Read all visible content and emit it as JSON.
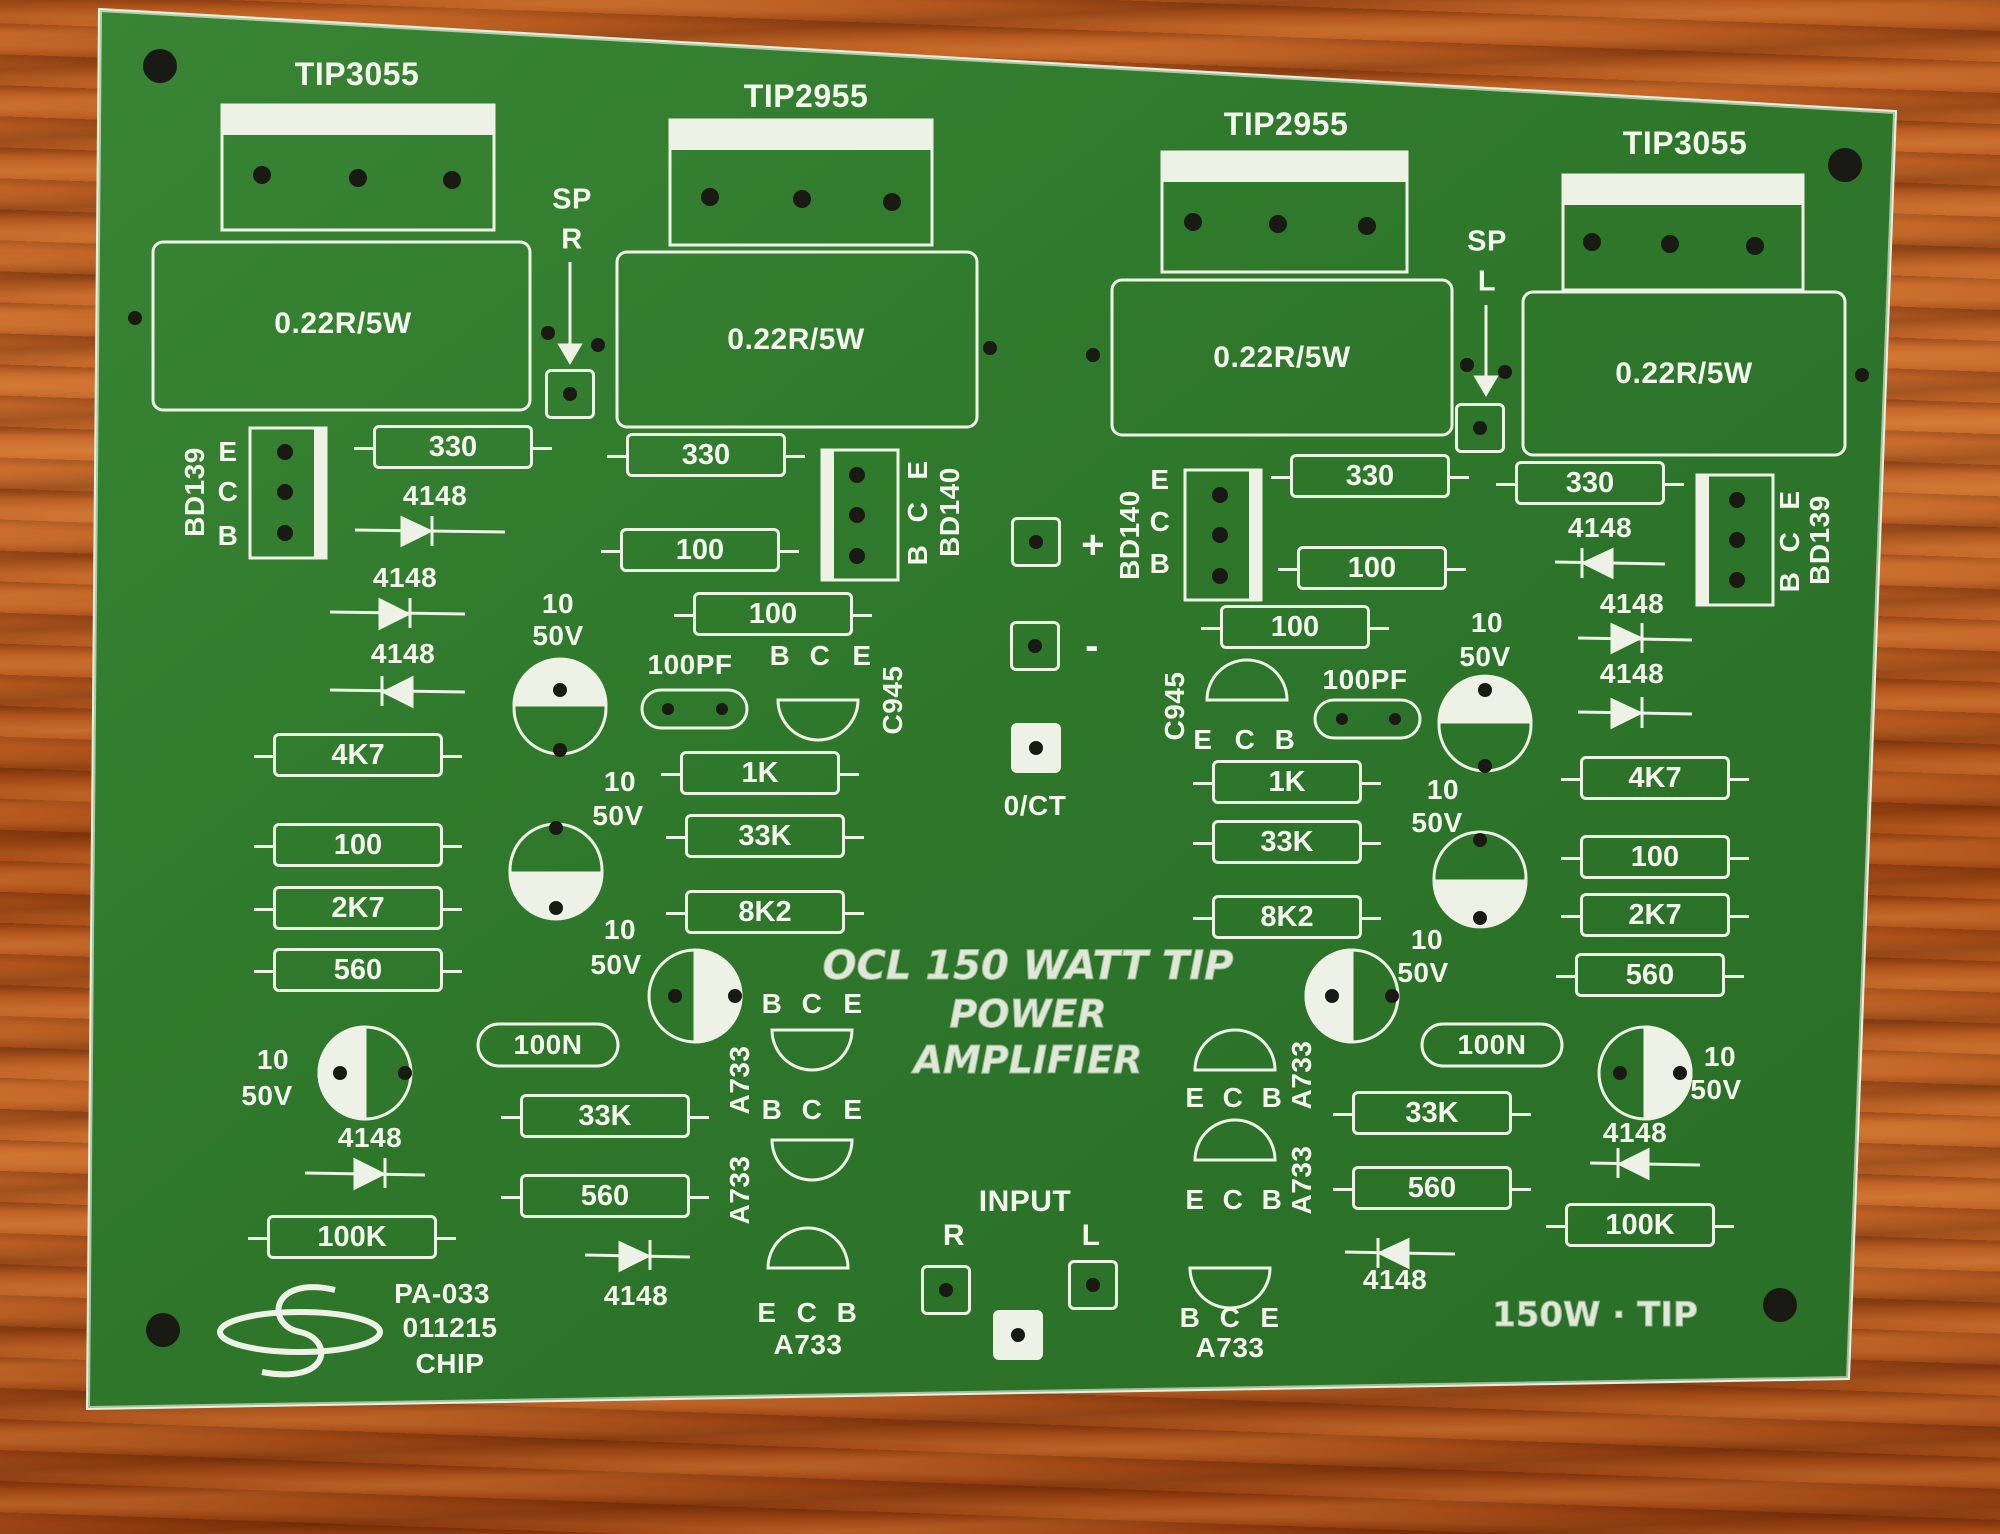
{
  "board": {
    "title_line1": "OCL 150 WATT TIP",
    "title_line2": "POWER",
    "title_line3": "AMPLIFIER",
    "footer_tag": "150W · TIP",
    "code_line1": "PA-033",
    "code_line2": "011215",
    "code_line3": "CHIP",
    "colors": {
      "pcb": "#2f7a2c",
      "silk": "#eef2e6",
      "wood": "#b5561c"
    }
  },
  "transistors_top": [
    "TIP3055",
    "TIP2955",
    "TIP2955",
    "TIP3055"
  ],
  "emitter_resistors": [
    "0.22R/5W",
    "0.22R/5W",
    "0.22R/5W",
    "0.22R/5W"
  ],
  "speaker": {
    "r_label": "SP",
    "r_side": "R",
    "l_label": "SP",
    "l_side": "L"
  },
  "drivers": {
    "bd139": "BD139",
    "bd140": "BD140",
    "pins_ecb": [
      "E",
      "C",
      "B"
    ]
  },
  "resistors": {
    "r330": "330",
    "r100": "100",
    "r1k": "1K",
    "r33k": "33K",
    "r8k2": "8K2",
    "r4k7": "4K7",
    "r2k7": "2K7",
    "r560": "560",
    "r100k": "100K",
    "c100n": "100N",
    "c100pf": "100PF"
  },
  "diode": "4148",
  "cap_value": "10",
  "cap_voltage": "50V",
  "c945": "C945",
  "a733": "A733",
  "pins": {
    "b": "B",
    "c": "C",
    "e": "E"
  },
  "power": {
    "plus": "+",
    "minus": "-",
    "ground": "0/CT"
  },
  "input": {
    "label": "INPUT",
    "r": "R",
    "l": "L"
  }
}
